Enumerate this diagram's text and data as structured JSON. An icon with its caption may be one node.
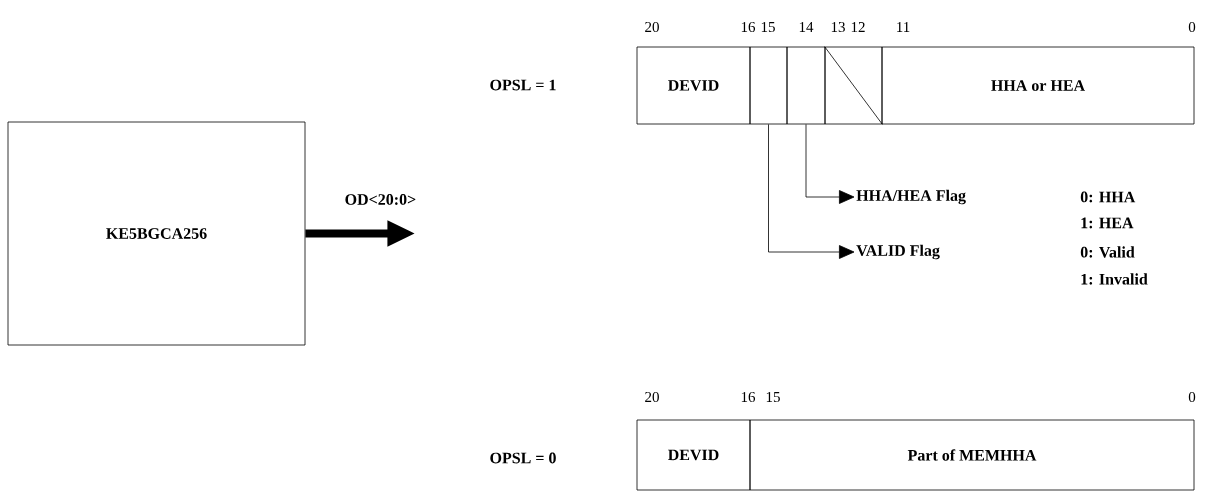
{
  "diagram": {
    "nodes": [
      {
        "text": [
          "KE5BGCA256"
        ]
      },
      {
        "text": [
          "DEVID"
        ]
      },
      {
        "text": [],
        "shape": "box"
      },
      {
        "text": [],
        "shape": "box"
      },
      {
        "text": [],
        "shape": "box"
      },
      {
        "text": [
          "HHA or HEA"
        ]
      },
      {
        "text": [
          "HHA/HEA Flag"
        ],
        "beside": [
          "0: HHA",
          "1: HEA"
        ]
      },
      {
        "text": [
          "VALID Flag"
        ],
        "beside": [
          "0: Valid",
          "1: Invalid"
        ]
      },
      {
        "text": [
          "DEVID"
        ]
      },
      {
        "text": [
          "Part of MEMHHA"
        ]
      }
    ],
    "edges": [
      {
        "from": 0,
        "to": null,
        "arrow": "to",
        "style": "thick",
        "label": "OD<20:0>"
      },
      {
        "from": 3,
        "to": 6,
        "arrow": "to"
      },
      {
        "from": 2,
        "to": 7,
        "arrow": "to"
      }
    ],
    "labels": [
      "20",
      "16",
      "15",
      "14",
      "13",
      "12",
      "11",
      "0",
      "OPSL = 1",
      "20",
      "16",
      "15",
      "0",
      "OPSL = 0"
    ]
  }
}
